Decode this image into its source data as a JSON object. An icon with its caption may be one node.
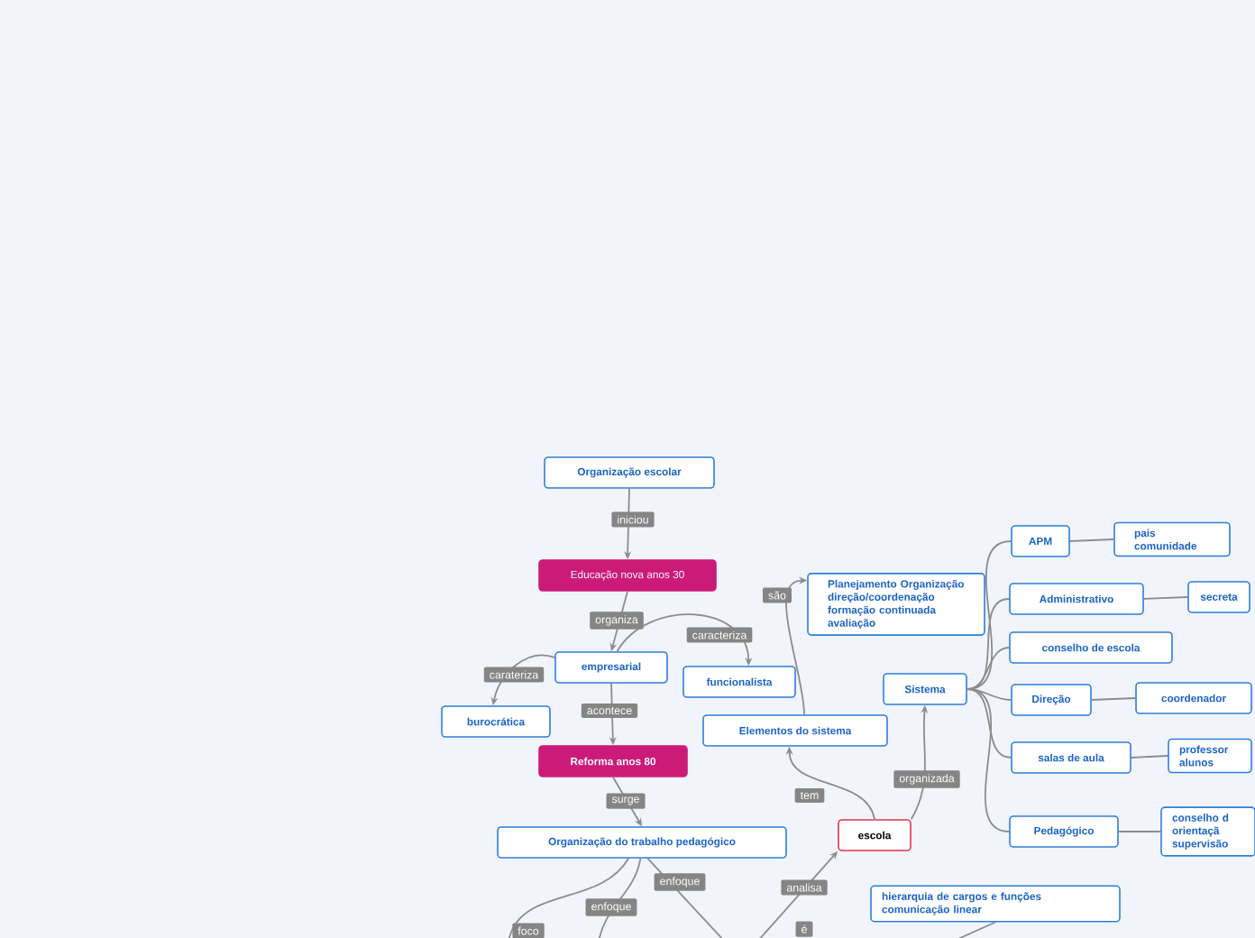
{
  "diagram": {
    "nodes": [
      {
        "text": [
          "Organização escolar"
        ]
      },
      {
        "text": [
          "Educação nova anos 30"
        ]
      },
      {
        "text": [
          "empresarial"
        ]
      },
      {
        "text": [
          "burocrática"
        ]
      },
      {
        "text": [
          "Reforma anos 80"
        ]
      },
      {
        "text": [
          "funcionalista"
        ]
      },
      {
        "text": [
          "Planejamento Organização direção/coordenação formação continuada avaliação"
        ]
      },
      {
        "text": [
          "Elementos do sistema"
        ]
      },
      {
        "text": [
          "Sistema"
        ]
      },
      {
        "text": [
          "APM"
        ]
      },
      {
        "text": [
          "pais comunidade"
        ]
      },
      {
        "text": [
          "Administrativo"
        ]
      },
      {
        "text": [
          "secreta"
        ]
      },
      {
        "text": [
          "conselho de escola"
        ]
      },
      {
        "text": [
          "Direção"
        ]
      },
      {
        "text": [
          "coordenador"
        ]
      },
      {
        "text": [
          "salas de aula"
        ]
      },
      {
        "text": [
          "professor alunos"
        ]
      },
      {
        "text": [
          "Pedagógico"
        ]
      },
      {
        "text": [
          "conselho d orientaçã supervisão"
        ]
      },
      {
        "text": [
          "escola"
        ]
      },
      {
        "text": [
          "Organização do trabalho pedagógico"
        ]
      },
      {
        "text": [
          "hierarquia de cargos e funções comunicação linear"
        ]
      }
    ],
    "edges": [
      {
        "from": 0,
        "to": 1,
        "arrow": "to",
        "label": "iniciou"
      },
      {
        "from": 1,
        "to": 2,
        "arrow": "to",
        "label": "organiza"
      },
      {
        "from": 2,
        "to": 3,
        "arrow": "to",
        "label": "carateriza"
      },
      {
        "from": 2,
        "to": 5,
        "arrow": "to",
        "label": "caracteriza"
      },
      {
        "from": 2,
        "to": 4,
        "arrow": "to",
        "label": "acontece"
      },
      {
        "from": 4,
        "to": 21,
        "arrow": "to",
        "label": "surge"
      },
      {
        "from": 7,
        "to": 6,
        "arrow": "to",
        "label": "são"
      },
      {
        "from": 20,
        "to": 7,
        "arrow": "to",
        "label": "tem"
      },
      {
        "from": 20,
        "to": 8,
        "arrow": "to",
        "label": "organizada"
      },
      {
        "from": 8,
        "to": 9,
        "arrow": "none"
      },
      {
        "from": 8,
        "to": 11,
        "arrow": "none"
      },
      {
        "from": 8,
        "to": 13,
        "arrow": "none"
      },
      {
        "from": 8,
        "to": 14,
        "arrow": "none"
      },
      {
        "from": 8,
        "to": 16,
        "arrow": "none"
      },
      {
        "from": 8,
        "to": 18,
        "arrow": "none"
      },
      {
        "from": 9,
        "to": 10,
        "arrow": "none"
      },
      {
        "from": 11,
        "to": 12,
        "arrow": "none"
      },
      {
        "from": 14,
        "to": 15,
        "arrow": "none"
      },
      {
        "from": 16,
        "to": 17,
        "arrow": "none"
      },
      {
        "from": 18,
        "to": 19,
        "arrow": "none"
      },
      {
        "from": 21,
        "to": null,
        "arrow": "none",
        "label": "foco"
      },
      {
        "from": 21,
        "to": null,
        "arrow": "none",
        "label": "enfoque"
      },
      {
        "from": 21,
        "to": null,
        "arrow": "none",
        "label": "enfoque"
      },
      {
        "from": null,
        "to": 20,
        "arrow": "to",
        "label": "analisa"
      },
      {
        "from": 22,
        "to": null,
        "arrow": "none"
      }
    ],
    "labels": [
      "é"
    ]
  }
}
